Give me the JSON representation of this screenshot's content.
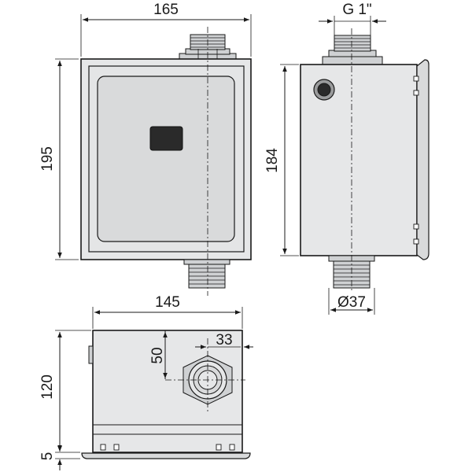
{
  "dimensions": {
    "front_width": "165",
    "front_height": "195",
    "side_thread": "G 1\"",
    "side_height": "184",
    "outlet_diameter": "Ø37",
    "bottom_width": "145",
    "bottom_depth": "120",
    "offset_vertical": "50",
    "offset_horizontal": "33",
    "flange_thickness": "5"
  },
  "colors": {
    "line": "#1a1a1a",
    "body": "#e6e7e8",
    "panel": "#d9dadb",
    "sensor": "#2a2a2a"
  }
}
